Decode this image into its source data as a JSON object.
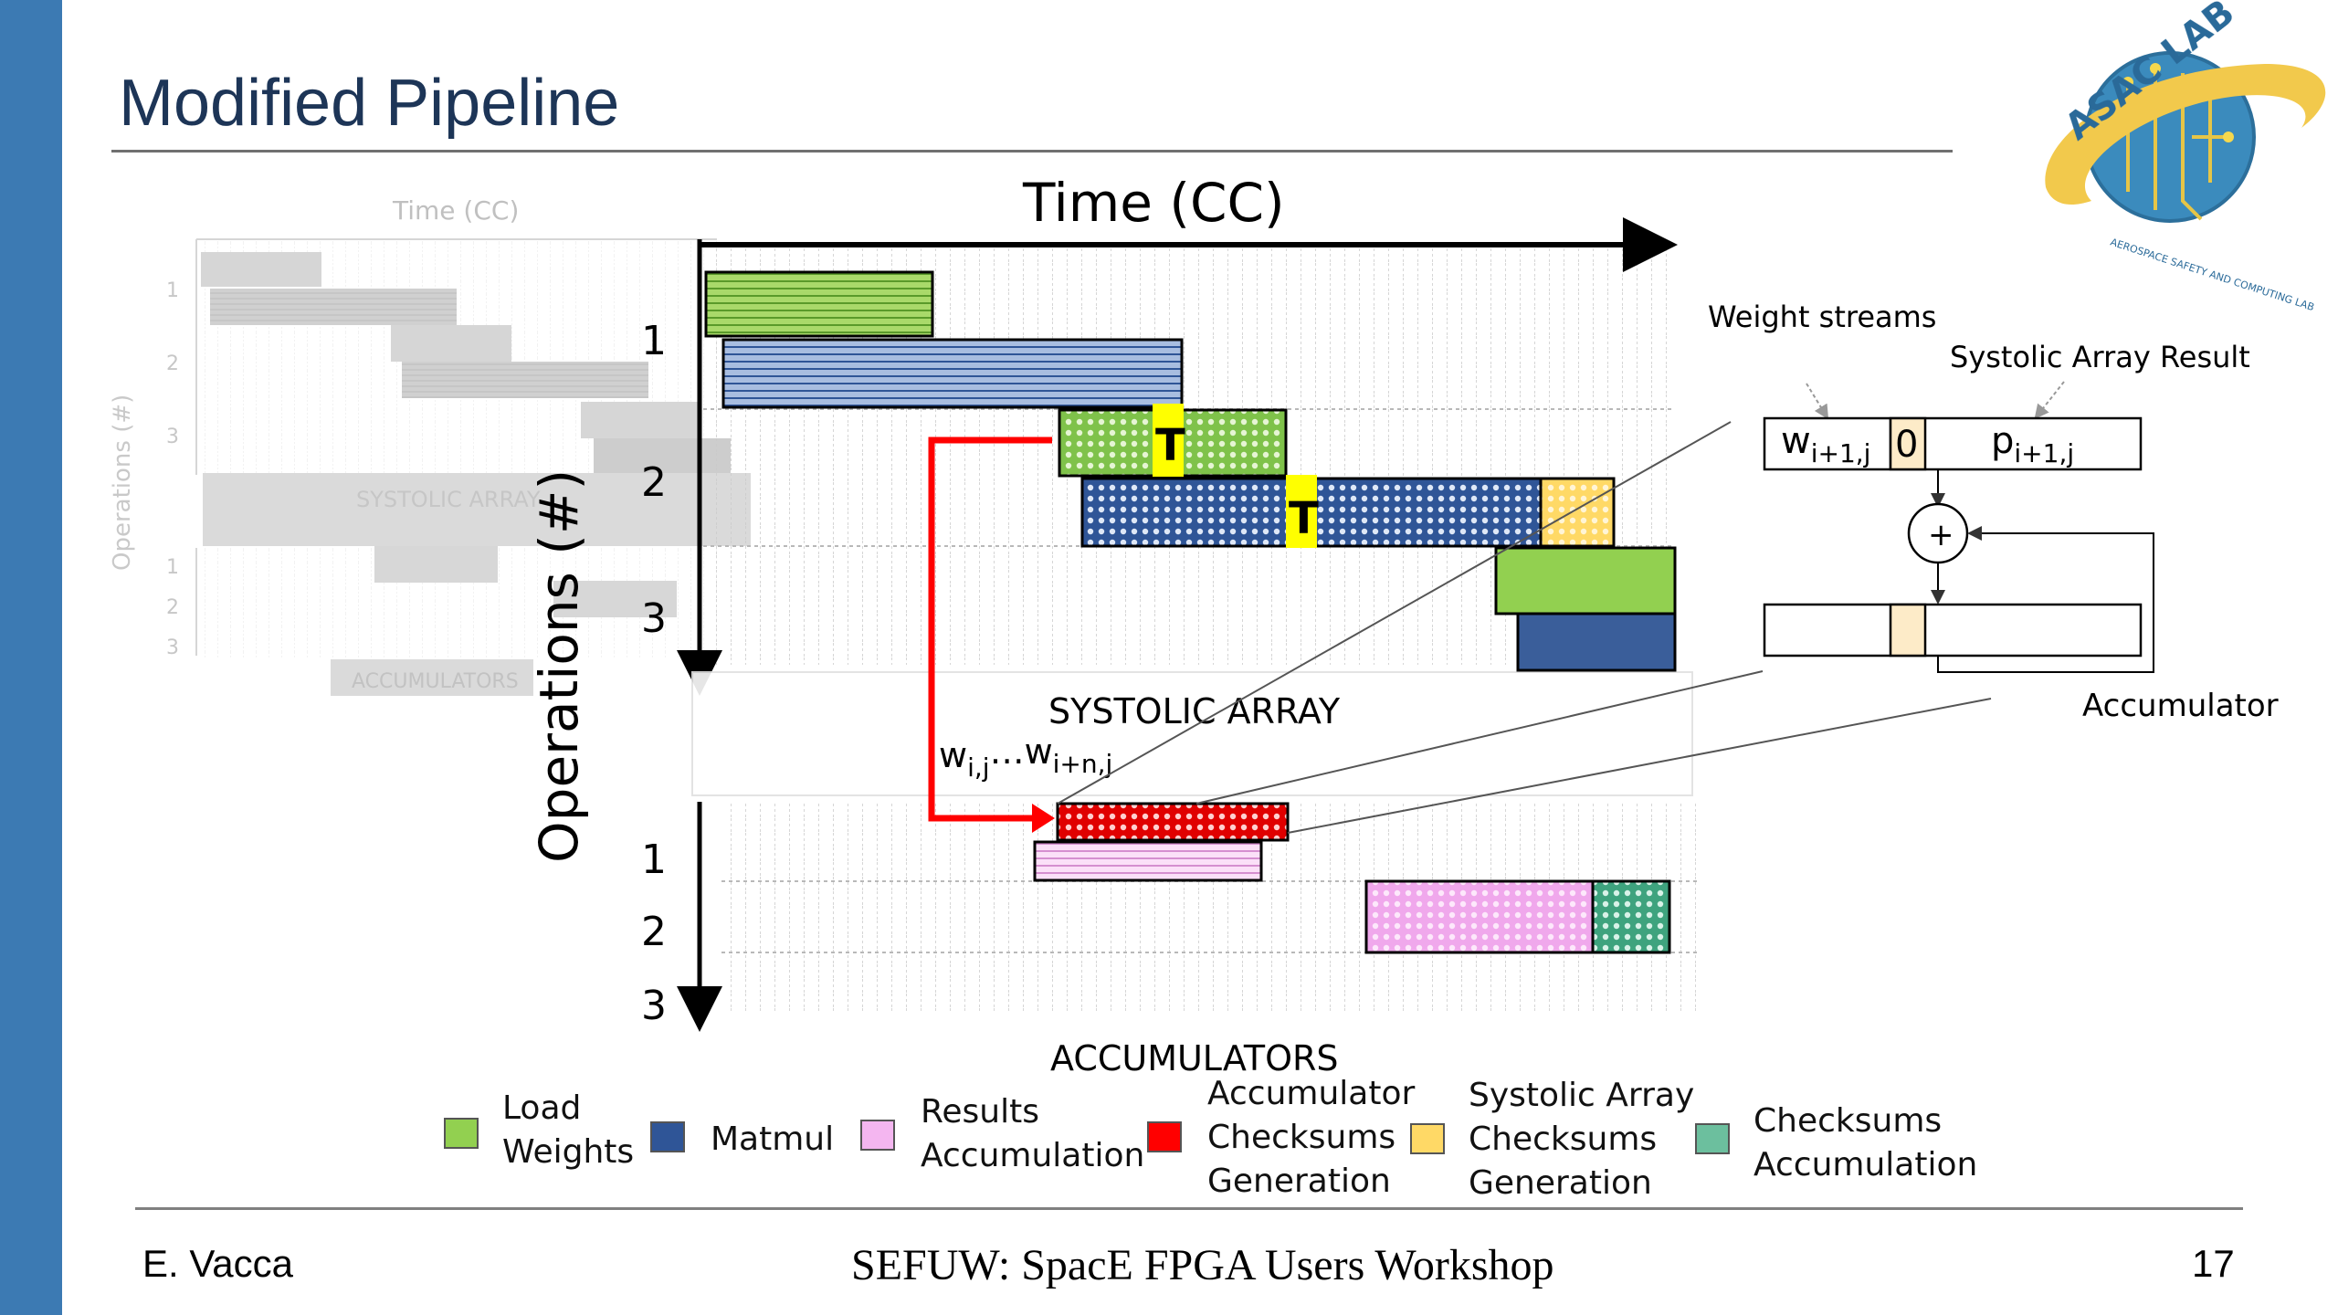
{
  "slide": {
    "title": "Modified Pipeline",
    "author": "E. Vacca",
    "event": "SEFUW: SpacE FPGA Users Workshop",
    "page": "17"
  },
  "logo": {
    "text": "ASAC LAB",
    "subtext": "AEROSPACE SAFETY AND COMPUTING LAB"
  },
  "faded_diagram": {
    "time_label": "Time (CC)",
    "ops_label": "Operations (#)",
    "rows_top": [
      "1",
      "2",
      "3"
    ],
    "rows_bottom": [
      "1",
      "2",
      "3"
    ],
    "systolic_label": "SYSTOLIC ARRAY",
    "accumulators_label": "ACCUMULATORS"
  },
  "main_diagram": {
    "time_label": "Time (CC)",
    "ops_label": "Operations (#)",
    "systolic_rows": [
      "1",
      "2",
      "3"
    ],
    "accumulator_rows": [
      "1",
      "2",
      "3"
    ],
    "systolic_label": "SYSTOLIC ARRAY",
    "accumulators_label": "ACCUMULATORS",
    "transfer_marker": "T",
    "weight_range_label": {
      "start_base": "w",
      "start_sub": "i,j",
      "ellipsis": "…",
      "end_base": "w",
      "end_sub": "i+n,j"
    }
  },
  "detail": {
    "weight_streams_label": "Weight streams",
    "result_label": "Systolic Array Result",
    "w_base": "w",
    "w_sub": "i+1,j",
    "zero": "0",
    "p_base": "p",
    "p_sub": "i+1,j",
    "adder_symbol": "+",
    "accumulator_label": "Accumulator"
  },
  "legend": [
    {
      "label": "Load\nWeights",
      "color": "#92d050"
    },
    {
      "label": "Matmul",
      "color": "#2f5597"
    },
    {
      "label": "Results\nAccumulation",
      "color": "#f4b6f0"
    },
    {
      "label": "Accumulator\nChecksums\nGeneration",
      "color": "#ff0000"
    },
    {
      "label": "Systolic Array\nChecksums\nGeneration",
      "color": "#ffd966"
    },
    {
      "label": "Checksums\nAccumulation",
      "color": "#6cbf9e"
    }
  ]
}
